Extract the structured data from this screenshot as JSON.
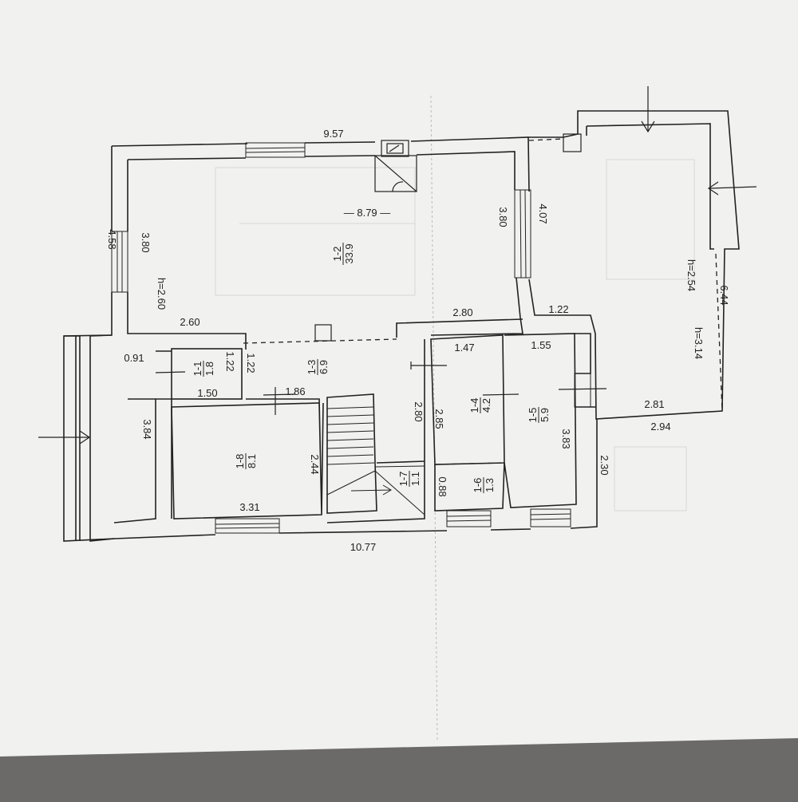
{
  "rooms": {
    "r1_1": {
      "id": "1-1",
      "area": "1.8"
    },
    "r1_2": {
      "id": "1-2",
      "area": "33.9"
    },
    "r1_3": {
      "id": "1-3",
      "area": "6.9"
    },
    "r1_4": {
      "id": "1-4",
      "area": "4.2"
    },
    "r1_5": {
      "id": "1-5",
      "area": "5.9"
    },
    "r1_6": {
      "id": "1-6",
      "area": "1.3"
    },
    "r1_7": {
      "id": "1-7",
      "area": "1.1"
    },
    "r1_8": {
      "id": "1-8",
      "area": "8.1"
    }
  },
  "dims": {
    "top_total": "9.57",
    "main_width": "— 8.79 —",
    "left_outer": "4.58",
    "left_inner": "3.80",
    "height_main": "h=2.60",
    "right_4_07": "4.07",
    "right_3_80": "3.80",
    "d2_60": "2.60",
    "d2_80_a": "2.80",
    "d1_22_a": "1.22",
    "d0_91": "0.91",
    "d1_22_b": "1.22",
    "d1_22_c": "1.22",
    "d1_50": "1.50",
    "d1_86": "1.86",
    "d1_47": "1.47",
    "d1_55": "1.55",
    "d3_84": "3.84",
    "d2_44": "2.44",
    "d3_31": "3.31",
    "d2_80_b": "2.80",
    "d2_85": "2.85",
    "d0_88": "0.88",
    "d3_83": "3.83",
    "d2_30": "2.30",
    "bottom_total": "10.77",
    "h2_54": "h=2.54",
    "h3_14": "h=3.14",
    "d6_44": "6.44",
    "d2_81": "2.81",
    "d2_94": "2.94"
  }
}
